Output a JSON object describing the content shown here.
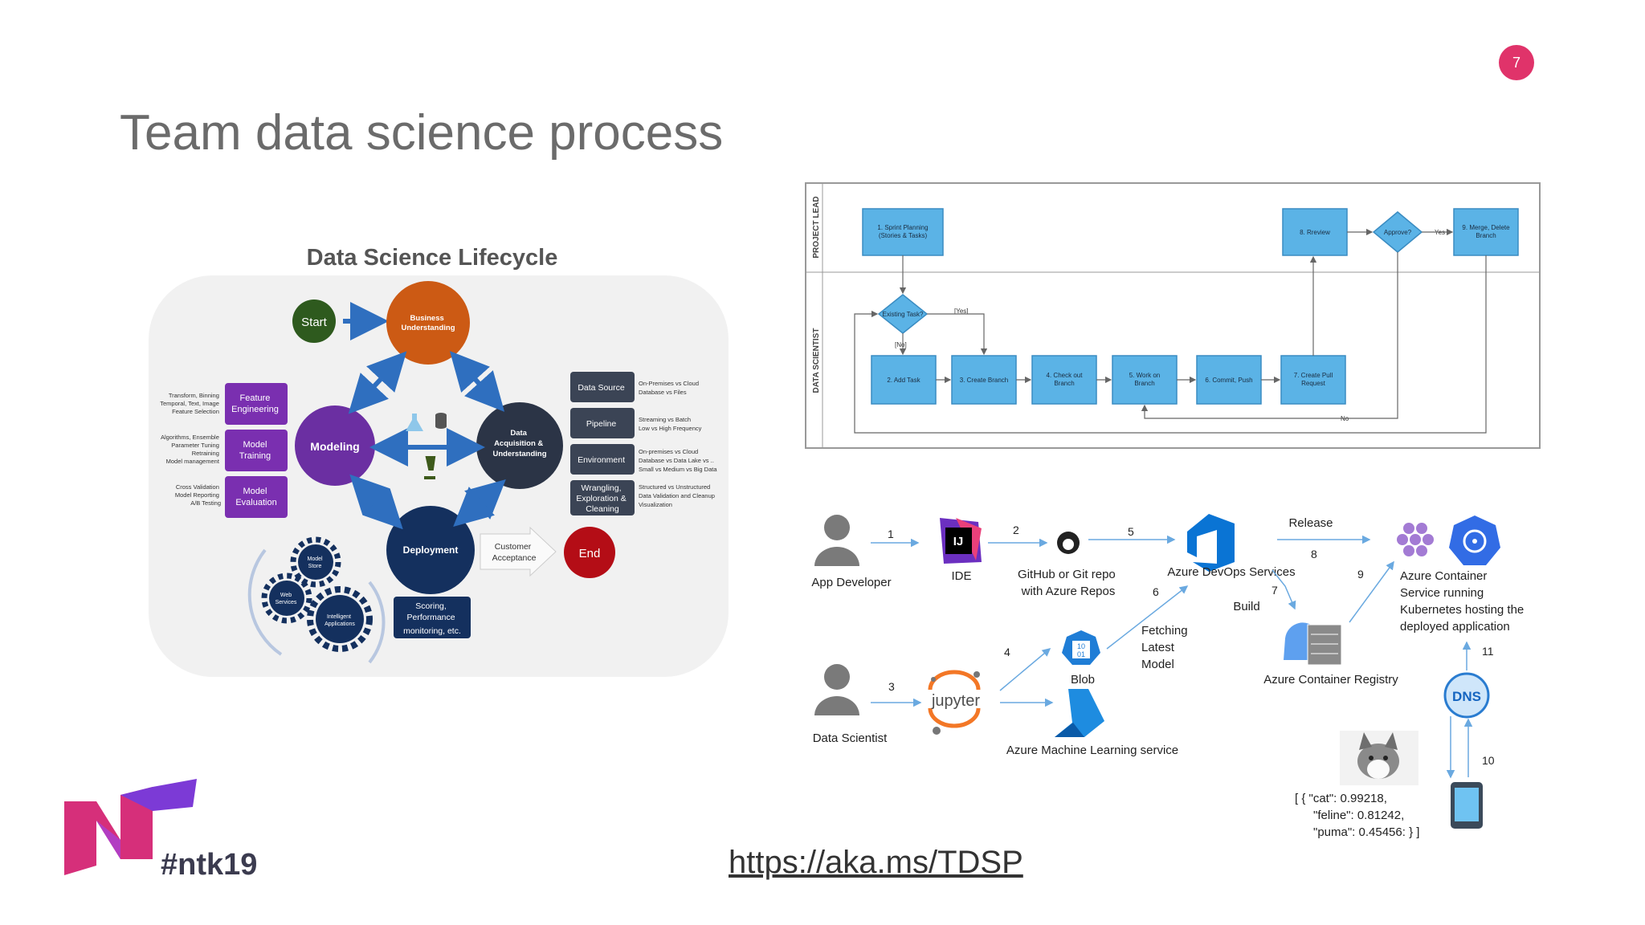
{
  "slide": {
    "title": "Team data science process",
    "page_number": "7",
    "link": "https://aka.ms/TDSP",
    "hashtag": "#ntk19"
  },
  "lifecycle": {
    "title": "Data Science Lifecycle",
    "start": "Start",
    "business": [
      "Business",
      "Understanding"
    ],
    "modeling": "Modeling",
    "data_acq": [
      "Data",
      "Acquisition &",
      "Understanding"
    ],
    "deployment": "Deployment",
    "end": "End",
    "customer_acceptance": [
      "Customer",
      "Acceptance"
    ],
    "modeling_boxes": [
      {
        "label": [
          "Feature",
          "Engineering"
        ],
        "note": [
          "Transform, Binning",
          "Temporal, Text, Image",
          "Feature Selection"
        ]
      },
      {
        "label": [
          "Model",
          "Training"
        ],
        "note": [
          "Algorithms, Ensemble",
          "Parameter Tuning",
          "Retraining",
          "Model management"
        ]
      },
      {
        "label": [
          "Model",
          "Evaluation"
        ],
        "note": [
          "Cross Validation",
          "Model Reporting",
          "A/B Testing"
        ]
      }
    ],
    "data_boxes": [
      {
        "label": [
          "Data Source"
        ],
        "note": [
          "On-Premises vs Cloud",
          "Database vs Files"
        ]
      },
      {
        "label": [
          "Pipeline"
        ],
        "note": [
          "Streaming vs Batch",
          "Low vs High Frequency"
        ]
      },
      {
        "label": [
          "Environment"
        ],
        "note": [
          "On-premises vs Cloud",
          "Database vs Data Lake vs ..",
          "Small vs Medium vs Big Data"
        ]
      },
      {
        "label": [
          "Wrangling,",
          "Exploration &",
          "Cleaning"
        ],
        "note": [
          "Structured vs Unstructured",
          "Data Validation and Cleanup",
          "Visualization"
        ]
      }
    ],
    "deploy_box": [
      "Scoring,",
      "Performance",
      "monitoring, etc."
    ],
    "gears": [
      [
        "Model",
        "Store"
      ],
      [
        "Web",
        "Services"
      ],
      [
        "Intelligent",
        "Applications"
      ]
    ]
  },
  "flowchart": {
    "lane_project_lead": "PROJECT LEAD",
    "lane_data_scientist": "DATA SCIENTIST",
    "sprint": [
      "1. Sprint Planning",
      "(Stories & Tasks)"
    ],
    "review": [
      "8. Rreview"
    ],
    "approve": "Approve?",
    "yes": "Yes",
    "merge": [
      "9. Merge, Delete",
      "Branch"
    ],
    "existing": "Existing Task?",
    "yes_bracket": "[Yes]",
    "no_bracket": "[No]",
    "add_task": [
      "2. Add Task"
    ],
    "create_branch": [
      "3. Create Branch"
    ],
    "checkout": [
      "4. Check out",
      "Branch"
    ],
    "work": [
      "5. Work on",
      "Branch"
    ],
    "commit": [
      "6. Commit, Push"
    ],
    "pull": [
      "7. Create Pull",
      "Request"
    ],
    "no": "No"
  },
  "architecture": {
    "app_developer": "App Developer",
    "ide": "IDE",
    "github": [
      "GitHub or Git repo",
      "with Azure Repos"
    ],
    "devops": "Azure DevOps Services",
    "release": "Release",
    "build": "Build",
    "aks": [
      "Azure Container",
      "Service running",
      "Kubernetes hosting the",
      "deployed application"
    ],
    "data_scientist": "Data Scientist",
    "jupyter": "jupyter",
    "blob": "Blob",
    "fetching": [
      "Fetching",
      "Latest",
      "Model"
    ],
    "registry": "Azure Container Registry",
    "aml": "Azure Machine Learning service",
    "dns": "DNS",
    "steps": [
      "1",
      "2",
      "3",
      "4",
      "5",
      "6",
      "7",
      "8",
      "9",
      "10",
      "11"
    ],
    "prediction": [
      "[ { \"cat\":     0.99218,",
      "\"feline\": 0.81242,",
      "\"puma\": 0.45456: } ]"
    ]
  },
  "colors": {
    "accent_pink": "#e0336a",
    "business": "#cc5a14",
    "modeling": "#6b2fa2",
    "data_acq": "#2b3446",
    "deployment": "#14305e",
    "end": "#b40d16",
    "start": "#2e5a1e",
    "flow_box": "#5bb3e6",
    "azure_blue": "#0a74d4"
  },
  "icons": [
    "person-icon",
    "intellij-icon",
    "github-icon",
    "azure-devops-icon",
    "kubernetes-icon",
    "container-instances-icon",
    "blob-icon",
    "container-registry-icon",
    "azure-ml-icon",
    "jupyter-icon",
    "dns-icon",
    "phone-icon",
    "cat-photo",
    "ntk-logo",
    "gear-icon"
  ]
}
